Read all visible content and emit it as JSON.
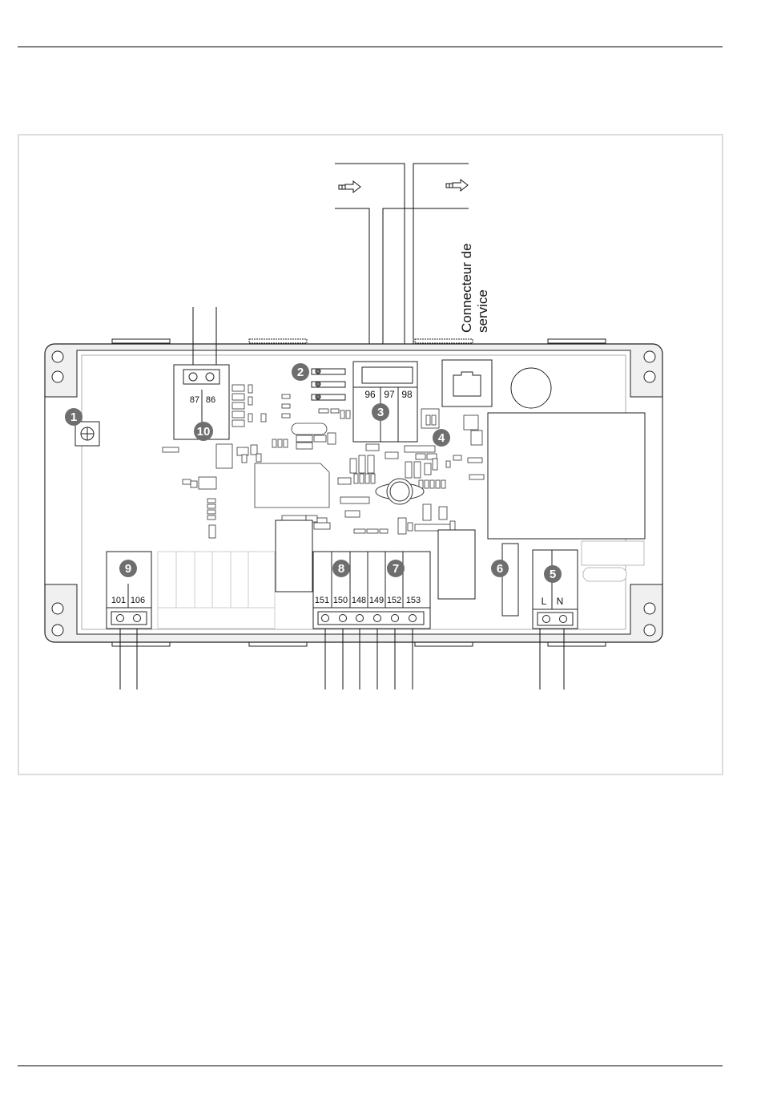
{
  "service_label": [
    "Connecteur de",
    "service"
  ],
  "callouts": [
    "1",
    "2",
    "3",
    "4",
    "5",
    "6",
    "7",
    "8",
    "9",
    "10"
  ],
  "terminals": {
    "relay_10": [
      "87",
      "86"
    ],
    "connector_3": [
      "96",
      "97",
      "98"
    ],
    "block_9": [
      "101",
      "106"
    ],
    "block_7_8": [
      "151",
      "150",
      "148",
      "149",
      "152",
      "153"
    ],
    "power_5": [
      "L",
      "N"
    ]
  },
  "colors": {
    "line": "#111111",
    "callout_fill": "#6e6e6e",
    "callout_text": "#ffffff",
    "frame": "#dcdcdc",
    "housing": "#f0f0f0",
    "board": "#ffffff"
  }
}
